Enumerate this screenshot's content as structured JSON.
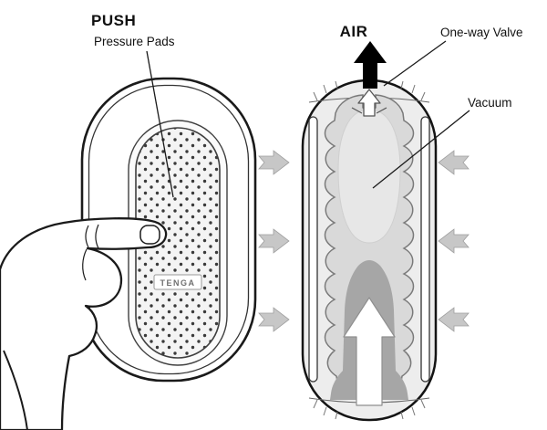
{
  "labels": {
    "push": "PUSH",
    "pressure_pads": "Pressure Pads",
    "air": "AIR",
    "one_way_valve": "One-way Valve",
    "vacuum": "Vacuum",
    "logo": "TENGA"
  },
  "colors": {
    "background": "#ffffff",
    "outline": "#1a1a1a",
    "shell_fill": "#ededed",
    "sleeve_fill": "#d9d9d9",
    "vacuum_fill": "#e7e7e7",
    "flow_dark": "#a6a6a6",
    "inward_arrow": "#c7c7c7",
    "air_arrow": "#000000",
    "pad_fill": "#f4f4f4",
    "dot_color": "#3a3a3a"
  }
}
